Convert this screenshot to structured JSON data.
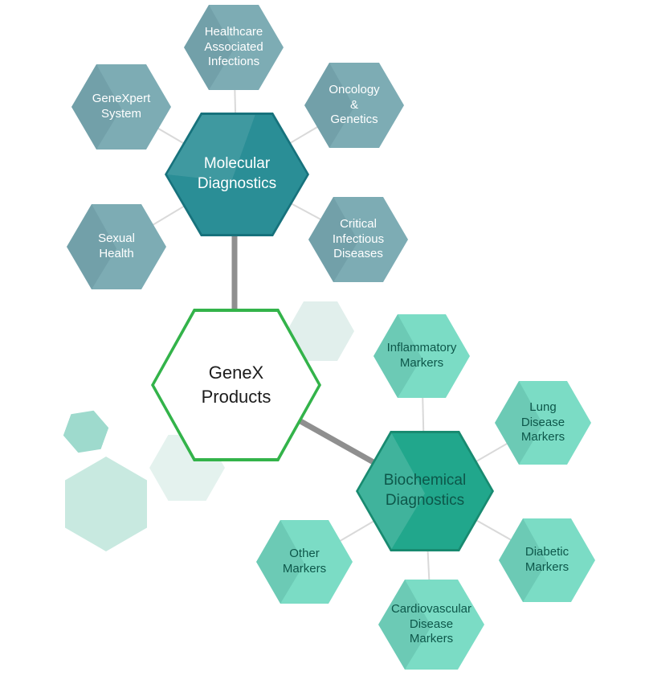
{
  "diagram_title": "GeneX Products hexagon diagram",
  "center": {
    "label": "GeneX\nProducts"
  },
  "molecular": {
    "label": "Molecular\nDiagnostics",
    "satellites": [
      {
        "label": "Healthcare\nAssociated\nInfections"
      },
      {
        "label": "GeneXpert\nSystem"
      },
      {
        "label": "Oncology\n&\nGenetics"
      },
      {
        "label": "Sexual\nHealth"
      },
      {
        "label": "Critical\nInfectious\nDiseases"
      }
    ]
  },
  "biochemical": {
    "label": "Biochemical\nDiagnostics",
    "satellites": [
      {
        "label": "Inflammatory\nMarkers"
      },
      {
        "label": "Lung\nDisease\nMarkers"
      },
      {
        "label": "Diabetic\nMarkers"
      },
      {
        "label": "Cardiovascular\nDisease\nMarkers"
      },
      {
        "label": "Other\nMarkers"
      }
    ]
  },
  "colors": {
    "molecular-base": "#2a8e96",
    "molecular-stroke": "#17727c",
    "biochemical-base": "#21a78c",
    "biochemical-stroke": "#188a70",
    "molecular-satellite": "#7dacb4",
    "biochemical-satellite": "#7bdcc5",
    "center-border": "#33b34a",
    "center-text": "#1c1c1c",
    "hub-text-light": "#ffffff",
    "satellite-dark-text": "#0d574a",
    "connector-thin": "#d9d9d9",
    "connector-thick": "#8f8f8f",
    "deco-mint-small": "#9edacd",
    "deco-mint-large": "#c8e9e0",
    "deco-pale-1": "#e1efec",
    "deco-pale-2": "#e4f2ee"
  }
}
